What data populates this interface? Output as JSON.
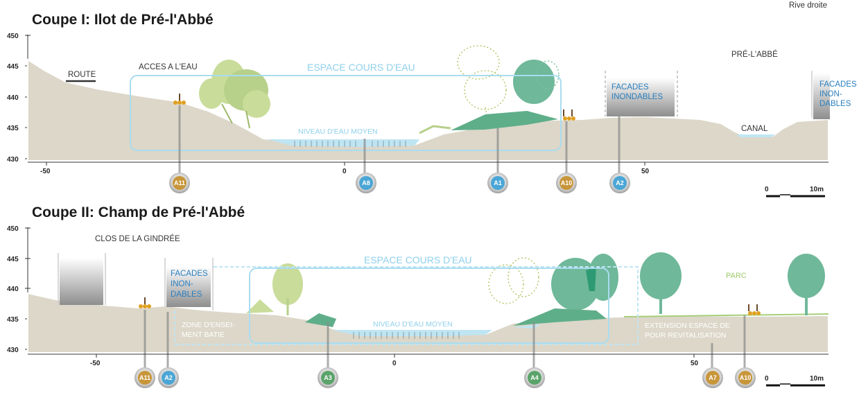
{
  "corner_text": "Rive droite",
  "section1": {
    "title": "Coupe I: Ilot de Pré-l'Abbé",
    "y_ticks": [
      "450",
      "445",
      "440",
      "435",
      "430"
    ],
    "x_ticks": [
      "-50",
      "0",
      "50"
    ],
    "labels": {
      "route": "ROUTE",
      "acces": "ACCES A L'EAU",
      "espace": "ESPACE COURS D'EAU",
      "niveau": "NIVEAU D'EAU MOYEN",
      "pre_abbe": "PRÉ-L'ABBÉ",
      "facades1_l1": "FACADES",
      "facades1_l2": "INONDABLES",
      "facades2_l1": "FACADES",
      "facades2_l2": "INON-",
      "facades2_l3": "DABLES",
      "canal": "CANAL"
    },
    "markers": [
      {
        "id": "A11",
        "color": "#c8963a"
      },
      {
        "id": "A8",
        "color": "#4aa6d6"
      },
      {
        "id": "A1",
        "color": "#4aa6d6"
      },
      {
        "id": "A10",
        "color": "#c8963a"
      },
      {
        "id": "A2",
        "color": "#4aa6d6"
      }
    ],
    "scale": {
      "start": "0",
      "end": "10m"
    }
  },
  "section2": {
    "title": "Coupe II: Champ de Pré-l'Abbé",
    "y_ticks": [
      "450",
      "445",
      "440",
      "435",
      "430"
    ],
    "x_ticks": [
      "-50",
      "0",
      "50"
    ],
    "labels": {
      "clos": "CLOS DE LA GINDRÉE",
      "facades_l1": "FACADES",
      "facades_l2": "INON-",
      "facades_l3": "DABLES",
      "zone_l1": "ZONE D'ENSEI-",
      "zone_l2": "MENT BATIE",
      "espace": "ESPACE COURS D'EAU",
      "niveau": "NIVEAU D'EAU MOYEN",
      "extension_l1": "EXTENSION ESPACE DE",
      "extension_l2": "POUR REVITALISATION",
      "parc": "PARC"
    },
    "markers": [
      {
        "id": "A11",
        "color": "#c8963a"
      },
      {
        "id": "A2",
        "color": "#4aa6d6"
      },
      {
        "id": "A3",
        "color": "#5aa36a"
      },
      {
        "id": "A4",
        "color": "#5aa36a"
      },
      {
        "id": "A7",
        "color": "#c8963a"
      },
      {
        "id": "A10",
        "color": "#c8963a"
      }
    ],
    "scale": {
      "start": "0",
      "end": "10m"
    }
  },
  "colors": {
    "ground": "#dcd7c9",
    "water": "#bfe5f3",
    "frame": "#a9dcef",
    "tree_light": "#c9dc9a",
    "tree_teal": "#6fb89a",
    "facade_grey": "#9a9a9a"
  }
}
